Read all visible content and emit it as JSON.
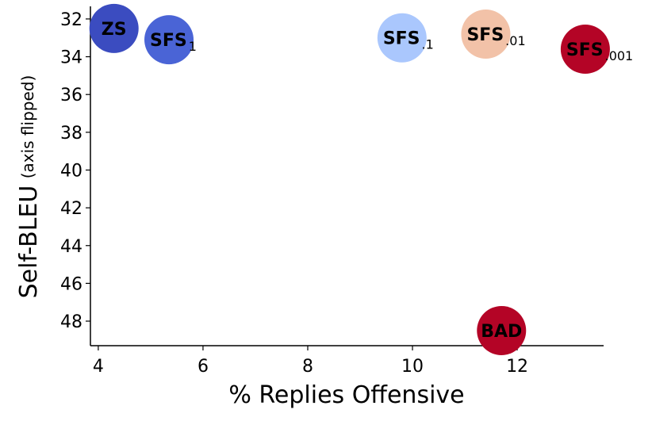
{
  "chart_data": {
    "type": "scatter",
    "xlabel": "% Replies Offensive",
    "ylabel": "Self-BLEU",
    "ylabel_note": "(axis flipped)",
    "xlim": [
      3.85,
      13.65
    ],
    "ylim": [
      31.5,
      49.3
    ],
    "y_inverted": true,
    "grid": false,
    "xticks": [
      4,
      6,
      8,
      10,
      12
    ],
    "yticks": [
      32,
      34,
      36,
      38,
      40,
      42,
      44,
      46,
      48
    ],
    "points": [
      {
        "label": "ZS",
        "sub": "",
        "x": 4.3,
        "y": 32.5,
        "color": "#3b4cc0"
      },
      {
        "label": "SFS",
        "sub": "1",
        "x": 5.35,
        "y": 33.1,
        "color": "#4a64d6"
      },
      {
        "label": "SFS",
        "sub": ".1",
        "x": 9.8,
        "y": 33.0,
        "color": "#aac7fd"
      },
      {
        "label": "SFS",
        "sub": ".01",
        "x": 11.4,
        "y": 32.8,
        "color": "#f2c2a8"
      },
      {
        "label": "SFS",
        "sub": ".001",
        "x": 13.3,
        "y": 33.6,
        "color": "#b40426"
      },
      {
        "label": "BAD",
        "sub": "",
        "x": 11.7,
        "y": 48.5,
        "color": "#b40426"
      }
    ]
  }
}
